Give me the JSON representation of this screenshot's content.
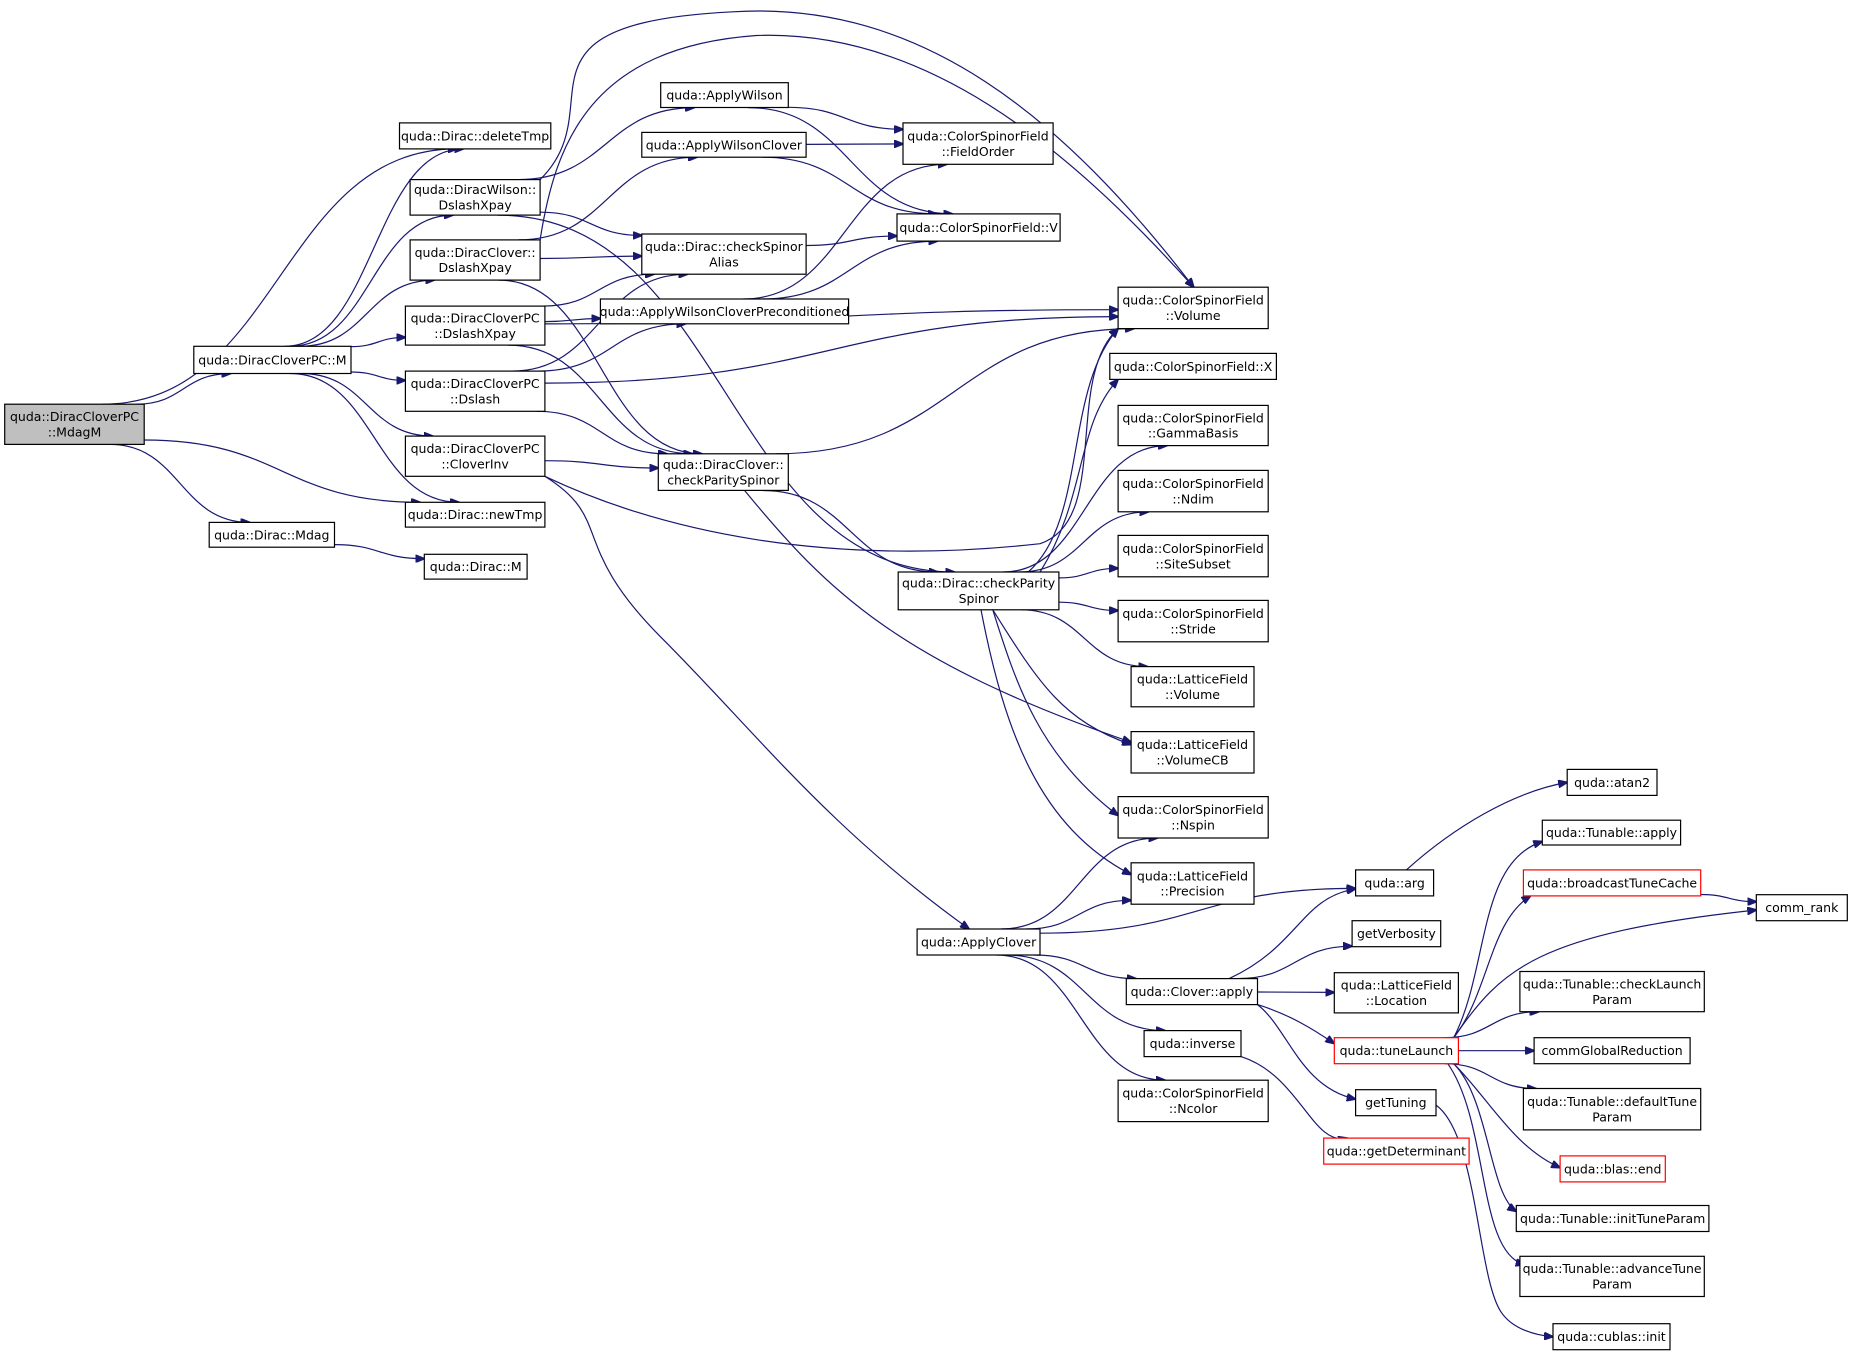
{
  "colors": {
    "edge": "#191970",
    "node_border": "#000000",
    "root_fill": "#bfbfbf",
    "truncated_border": "#ff0000"
  },
  "nodes": [
    {
      "id": "mdagm",
      "lines": [
        "quda::DiracCloverPC",
        "::MdagM"
      ],
      "root": true
    },
    {
      "id": "m",
      "lines": [
        "quda::DiracCloverPC::M"
      ]
    },
    {
      "id": "mdag",
      "lines": [
        "quda::Dirac::Mdag"
      ]
    },
    {
      "id": "deletetmp",
      "lines": [
        "quda::Dirac::deleteTmp"
      ]
    },
    {
      "id": "wilsonxpay",
      "lines": [
        "quda::DiracWilson::",
        "DslashXpay"
      ]
    },
    {
      "id": "cloverxpay",
      "lines": [
        "quda::DiracClover::",
        "DslashXpay"
      ]
    },
    {
      "id": "pcxpay",
      "lines": [
        "quda::DiracCloverPC",
        "::DslashXpay"
      ]
    },
    {
      "id": "pcdslash",
      "lines": [
        "quda::DiracCloverPC",
        "::Dslash"
      ]
    },
    {
      "id": "cloverinv",
      "lines": [
        "quda::DiracCloverPC",
        "::CloverInv"
      ]
    },
    {
      "id": "newtmp",
      "lines": [
        "quda::Dirac::newTmp"
      ]
    },
    {
      "id": "diracm",
      "lines": [
        "quda::Dirac::M"
      ]
    },
    {
      "id": "applywilson",
      "lines": [
        "quda::ApplyWilson"
      ]
    },
    {
      "id": "applywilsonclover",
      "lines": [
        "quda::ApplyWilsonClover"
      ]
    },
    {
      "id": "checkspinoralias",
      "lines": [
        "quda::Dirac::checkSpinor",
        "Alias"
      ]
    },
    {
      "id": "applywcp",
      "lines": [
        "quda::ApplyWilsonCloverPreconditioned"
      ]
    },
    {
      "id": "cloverparity",
      "lines": [
        "quda::DiracClover::",
        "checkParitySpinor"
      ]
    },
    {
      "id": "fieldorder",
      "lines": [
        "quda::ColorSpinorField",
        "::FieldOrder"
      ]
    },
    {
      "id": "csfv",
      "lines": [
        "quda::ColorSpinorField::V"
      ]
    },
    {
      "id": "csfvolume",
      "lines": [
        "quda::ColorSpinorField",
        "::Volume"
      ]
    },
    {
      "id": "csfx",
      "lines": [
        "quda::ColorSpinorField::X"
      ]
    },
    {
      "id": "gammabasis",
      "lines": [
        "quda::ColorSpinorField",
        "::GammaBasis"
      ]
    },
    {
      "id": "ndim",
      "lines": [
        "quda::ColorSpinorField",
        "::Ndim"
      ]
    },
    {
      "id": "sitesubset",
      "lines": [
        "quda::ColorSpinorField",
        "::SiteSubset"
      ]
    },
    {
      "id": "stride",
      "lines": [
        "quda::ColorSpinorField",
        "::Stride"
      ]
    },
    {
      "id": "lfvolume",
      "lines": [
        "quda::LatticeField",
        "::Volume"
      ]
    },
    {
      "id": "lfvolumecb",
      "lines": [
        "quda::LatticeField",
        "::VolumeCB"
      ]
    },
    {
      "id": "nspin",
      "lines": [
        "quda::ColorSpinorField",
        "::Nspin"
      ]
    },
    {
      "id": "precision",
      "lines": [
        "quda::LatticeField",
        "::Precision"
      ]
    },
    {
      "id": "diracparity",
      "lines": [
        "quda::Dirac::checkParity",
        "Spinor"
      ]
    },
    {
      "id": "applyclover",
      "lines": [
        "quda::ApplyClover"
      ]
    },
    {
      "id": "cloverapply",
      "lines": [
        "quda::Clover::apply"
      ]
    },
    {
      "id": "inverse",
      "lines": [
        "quda::inverse"
      ]
    },
    {
      "id": "ncolor",
      "lines": [
        "quda::ColorSpinorField",
        "::Ncolor"
      ]
    },
    {
      "id": "arg",
      "lines": [
        "quda::arg"
      ]
    },
    {
      "id": "getverbosity",
      "lines": [
        "getVerbosity"
      ]
    },
    {
      "id": "location",
      "lines": [
        "quda::LatticeField",
        "::Location"
      ]
    },
    {
      "id": "tunelaunch",
      "lines": [
        "quda::tuneLaunch"
      ],
      "truncated": true
    },
    {
      "id": "gettuning",
      "lines": [
        "getTuning"
      ]
    },
    {
      "id": "getdeterminant",
      "lines": [
        "quda::getDeterminant"
      ],
      "truncated": true
    },
    {
      "id": "atan2",
      "lines": [
        "quda::atan2"
      ]
    },
    {
      "id": "tunableapply",
      "lines": [
        "quda::Tunable::apply"
      ]
    },
    {
      "id": "broadcast",
      "lines": [
        "quda::broadcastTuneCache"
      ],
      "truncated": true
    },
    {
      "id": "commrank",
      "lines": [
        "comm_rank"
      ]
    },
    {
      "id": "checklaunch",
      "lines": [
        "quda::Tunable::checkLaunch",
        "Param"
      ]
    },
    {
      "id": "commglobal",
      "lines": [
        "commGlobalReduction"
      ]
    },
    {
      "id": "defaulttune",
      "lines": [
        "quda::Tunable::defaultTune",
        "Param"
      ]
    },
    {
      "id": "blasend",
      "lines": [
        "quda::blas::end"
      ],
      "truncated": true
    },
    {
      "id": "inittune",
      "lines": [
        "quda::Tunable::initTuneParam"
      ]
    },
    {
      "id": "advancetune",
      "lines": [
        "quda::Tunable::advanceTune",
        "Param"
      ]
    },
    {
      "id": "cublasinit",
      "lines": [
        "quda::cublas::init"
      ]
    }
  ],
  "edges": [
    [
      "mdagm",
      "deletetmp"
    ],
    [
      "mdagm",
      "m"
    ],
    [
      "mdagm",
      "newtmp"
    ],
    [
      "mdagm",
      "mdag"
    ],
    [
      "m",
      "deletetmp"
    ],
    [
      "m",
      "wilsonxpay"
    ],
    [
      "m",
      "cloverxpay"
    ],
    [
      "m",
      "pcxpay"
    ],
    [
      "m",
      "pcdslash"
    ],
    [
      "m",
      "cloverinv"
    ],
    [
      "m",
      "newtmp"
    ],
    [
      "mdag",
      "diracm"
    ],
    [
      "wilsonxpay",
      "applywilson"
    ],
    [
      "wilsonxpay",
      "checkspinoralias"
    ],
    [
      "wilsonxpay",
      "csfvolume"
    ],
    [
      "wilsonxpay",
      "diracparity"
    ],
    [
      "cloverxpay",
      "applywilsonclover"
    ],
    [
      "cloverxpay",
      "checkspinoralias"
    ],
    [
      "cloverxpay",
      "csfvolume"
    ],
    [
      "cloverxpay",
      "cloverparity"
    ],
    [
      "pcxpay",
      "checkspinoralias"
    ],
    [
      "pcxpay",
      "applywcp"
    ],
    [
      "pcxpay",
      "csfvolume"
    ],
    [
      "pcxpay",
      "cloverparity"
    ],
    [
      "pcdslash",
      "checkspinoralias"
    ],
    [
      "pcdslash",
      "applywcp"
    ],
    [
      "pcdslash",
      "csfvolume"
    ],
    [
      "pcdslash",
      "cloverparity"
    ],
    [
      "cloverinv",
      "cloverparity"
    ],
    [
      "cloverinv",
      "csfvolume"
    ],
    [
      "cloverinv",
      "applyclover"
    ],
    [
      "applywilson",
      "fieldorder"
    ],
    [
      "applywilson",
      "csfv"
    ],
    [
      "applywilsonclover",
      "fieldorder"
    ],
    [
      "applywilsonclover",
      "csfv"
    ],
    [
      "checkspinoralias",
      "csfv"
    ],
    [
      "applywcp",
      "fieldorder"
    ],
    [
      "applywcp",
      "csfv"
    ],
    [
      "cloverparity",
      "csfvolume"
    ],
    [
      "cloverparity",
      "diracparity"
    ],
    [
      "cloverparity",
      "lfvolumecb"
    ],
    [
      "diracparity",
      "csfvolume"
    ],
    [
      "diracparity",
      "csfx"
    ],
    [
      "diracparity",
      "gammabasis"
    ],
    [
      "diracparity",
      "ndim"
    ],
    [
      "diracparity",
      "sitesubset"
    ],
    [
      "diracparity",
      "stride"
    ],
    [
      "diracparity",
      "lfvolume"
    ],
    [
      "diracparity",
      "lfvolumecb"
    ],
    [
      "diracparity",
      "nspin"
    ],
    [
      "diracparity",
      "precision"
    ],
    [
      "applyclover",
      "nspin"
    ],
    [
      "applyclover",
      "precision"
    ],
    [
      "applyclover",
      "arg"
    ],
    [
      "applyclover",
      "cloverapply"
    ],
    [
      "applyclover",
      "inverse"
    ],
    [
      "applyclover",
      "ncolor"
    ],
    [
      "cloverapply",
      "arg"
    ],
    [
      "cloverapply",
      "getverbosity"
    ],
    [
      "cloverapply",
      "location"
    ],
    [
      "cloverapply",
      "tunelaunch"
    ],
    [
      "cloverapply",
      "gettuning"
    ],
    [
      "inverse",
      "getdeterminant"
    ],
    [
      "arg",
      "atan2"
    ],
    [
      "tunelaunch",
      "tunableapply"
    ],
    [
      "tunelaunch",
      "broadcast"
    ],
    [
      "tunelaunch",
      "commrank"
    ],
    [
      "tunelaunch",
      "checklaunch"
    ],
    [
      "tunelaunch",
      "commglobal"
    ],
    [
      "tunelaunch",
      "defaulttune"
    ],
    [
      "tunelaunch",
      "blasend"
    ],
    [
      "tunelaunch",
      "inittune"
    ],
    [
      "tunelaunch",
      "advancetune"
    ],
    [
      "broadcast",
      "commrank"
    ],
    [
      "gettuning",
      "cublasinit"
    ]
  ]
}
